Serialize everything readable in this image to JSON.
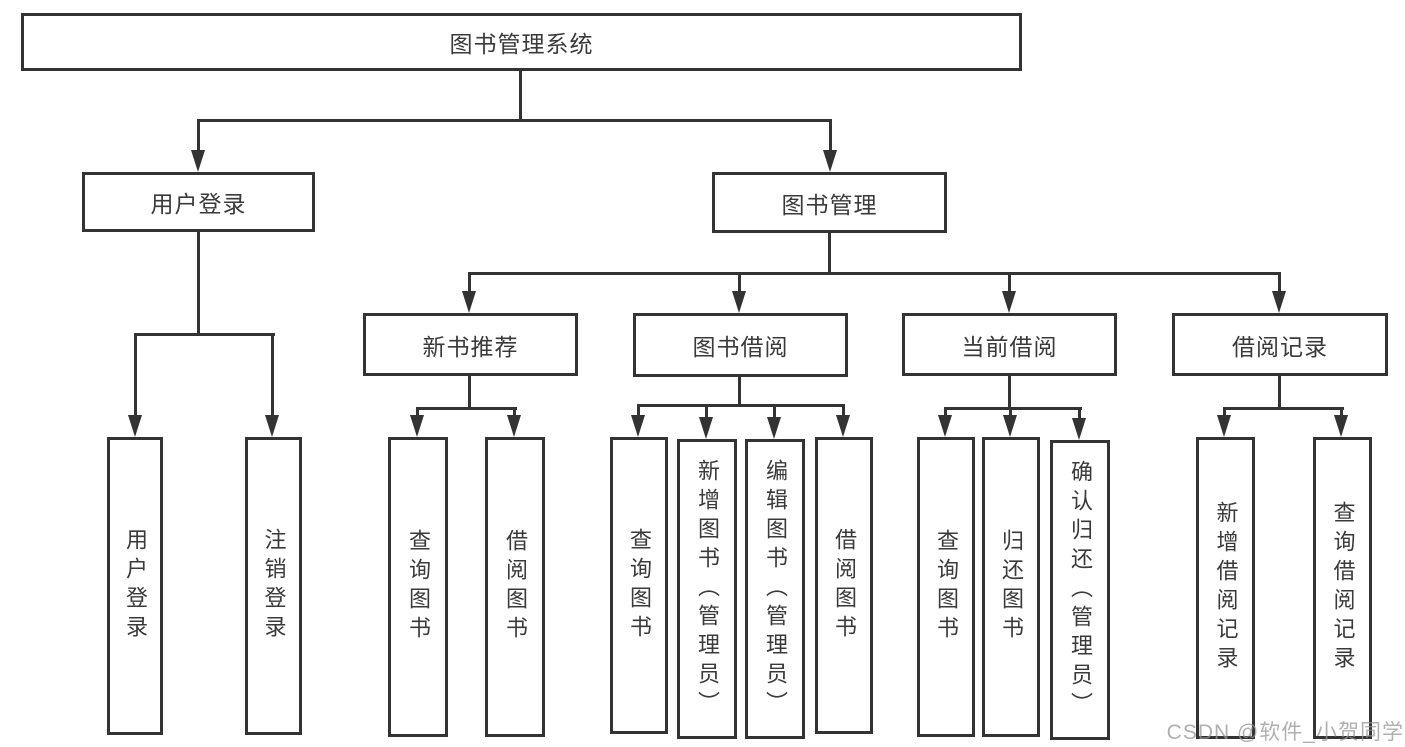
{
  "diagram": {
    "root": "图书管理系统",
    "branches": {
      "user_login": {
        "label": "用户登录",
        "children": [
          "用户登录",
          "注销登录"
        ]
      },
      "book_management": {
        "label": "图书管理"
      }
    },
    "modules": [
      {
        "label": "新书推荐",
        "children": [
          "查询图书",
          "借阅图书"
        ]
      },
      {
        "label": "图书借阅",
        "children": [
          "查询图书",
          "新增图书（管理员）",
          "编辑图书（管理员）",
          "借阅图书"
        ]
      },
      {
        "label": "当前借阅",
        "children": [
          "查询图书",
          "归还图书",
          "确认归还（管理员）"
        ]
      },
      {
        "label": "借阅记录",
        "children": [
          "新增借阅记录",
          "查询借阅记录"
        ]
      }
    ],
    "watermark": "CSDN @软件_小贺同学",
    "colors": {
      "line": "#333333",
      "text": "#3a3a3a",
      "watermark": "#969696",
      "background": "#ffffff"
    }
  }
}
